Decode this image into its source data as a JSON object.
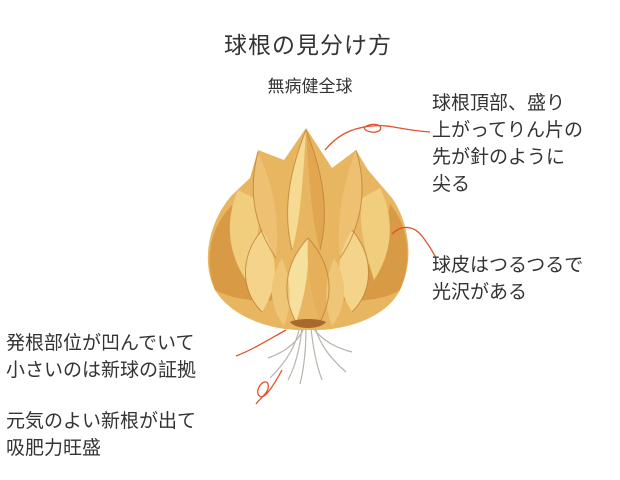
{
  "title": "球根の見分け方",
  "subtitle": "無病健全球",
  "annotations": {
    "tip": [
      "球根頂部、盛り",
      "上がってりん片の",
      "先が針のように",
      "尖る"
    ],
    "skin": [
      "球皮はつるつるで",
      "光沢がある"
    ],
    "base": [
      "発根部位が凹んでいて",
      "小さいのは新球の証拠"
    ],
    "roots": [
      "元気のよい新根が出て",
      "吸肥力旺盛"
    ]
  },
  "colors": {
    "bulb_light": "#f3d48a",
    "bulb_mid": "#e2a955",
    "bulb_dark": "#b87a35",
    "leader_line": "#e0532e",
    "roots": "#b9b3ad"
  }
}
